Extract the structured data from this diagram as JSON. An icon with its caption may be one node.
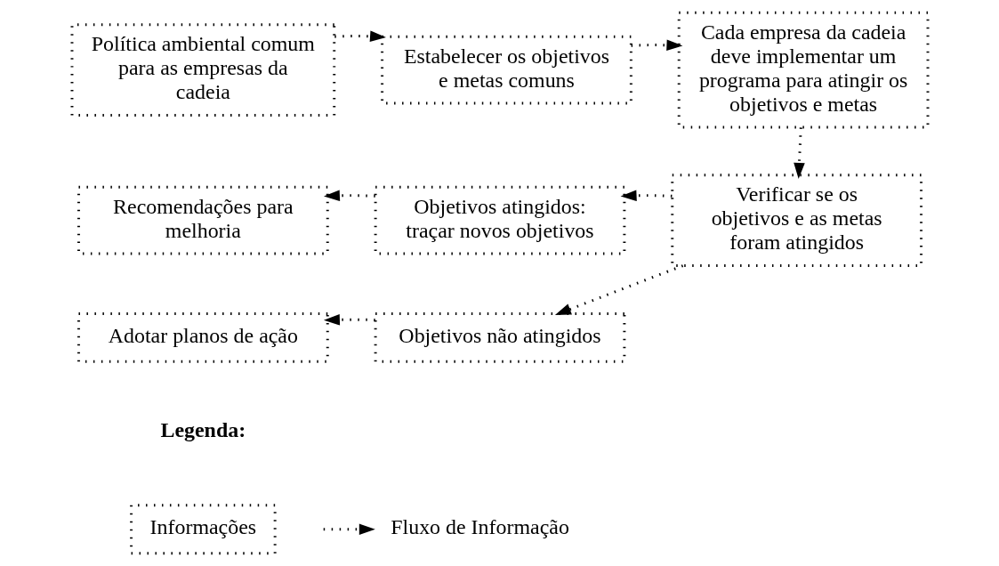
{
  "diagram": {
    "nodes": [
      {
        "text": [
          "Política ambiental comum para as empresas da cadeia"
        ]
      },
      {
        "text": [
          "Estabelecer os objetivos e metas comuns"
        ]
      },
      {
        "text": [
          "Cada empresa da cadeia deve implementar um programa para atingir os objetivos e metas"
        ]
      },
      {
        "text": [
          "Recomendações para melhoria"
        ]
      },
      {
        "text": [
          "Objetivos atingidos: traçar novos objetivos"
        ]
      },
      {
        "text": [
          "Verificar se os objetivos e as metas foram atingidos"
        ]
      },
      {
        "text": [
          "Adotar planos de ação"
        ]
      },
      {
        "text": [
          "Objetivos não atingidos"
        ]
      }
    ],
    "edges": [
      {
        "from": 0,
        "to": 1,
        "arrow": "to"
      },
      {
        "from": 1,
        "to": 2,
        "arrow": "to"
      },
      {
        "from": 2,
        "to": 5,
        "arrow": "to"
      },
      {
        "from": 5,
        "to": 4,
        "arrow": "to"
      },
      {
        "from": 4,
        "to": 3,
        "arrow": "to"
      },
      {
        "from": 5,
        "to": 7,
        "arrow": "to"
      },
      {
        "from": 7,
        "to": 6,
        "arrow": "to"
      }
    ],
    "labels": [
      "Legenda:"
    ],
    "legend": [
      {
        "text": "Informações"
      },
      {
        "text": "Fluxo de Informação"
      }
    ]
  }
}
